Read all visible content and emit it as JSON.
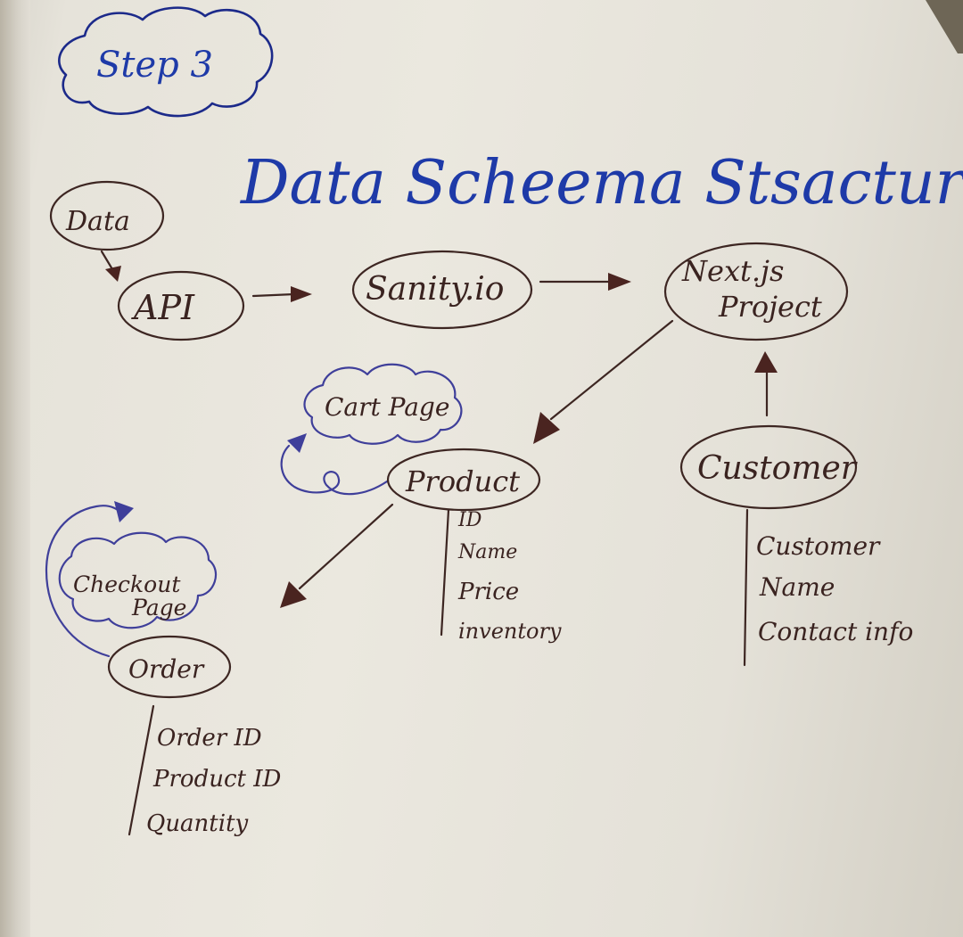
{
  "step_label": "Step 3",
  "title": "Data Scheema Stsacture",
  "nodes": {
    "data": "Data",
    "api": "API",
    "sanity": "Sanity.io",
    "nextjs_line1": "Next.js",
    "nextjs_line2": "Project",
    "cart_page": "Cart Page",
    "product": "Product",
    "customer": "Customer",
    "checkout_line1": "Checkout",
    "checkout_line2": "Page",
    "order": "Order"
  },
  "product_fields": [
    "ID",
    "Name",
    "Price",
    "inventory"
  ],
  "customer_fields": [
    "Customer",
    "Name",
    "Contact info"
  ],
  "order_fields": [
    "Order ID",
    "Product ID",
    "Quantity"
  ],
  "colors": {
    "brown_ink": "#3d2622",
    "blue_ink": "#3f3f9a",
    "title_ink": "#1e3aa8",
    "paper": "#ebe8df"
  }
}
